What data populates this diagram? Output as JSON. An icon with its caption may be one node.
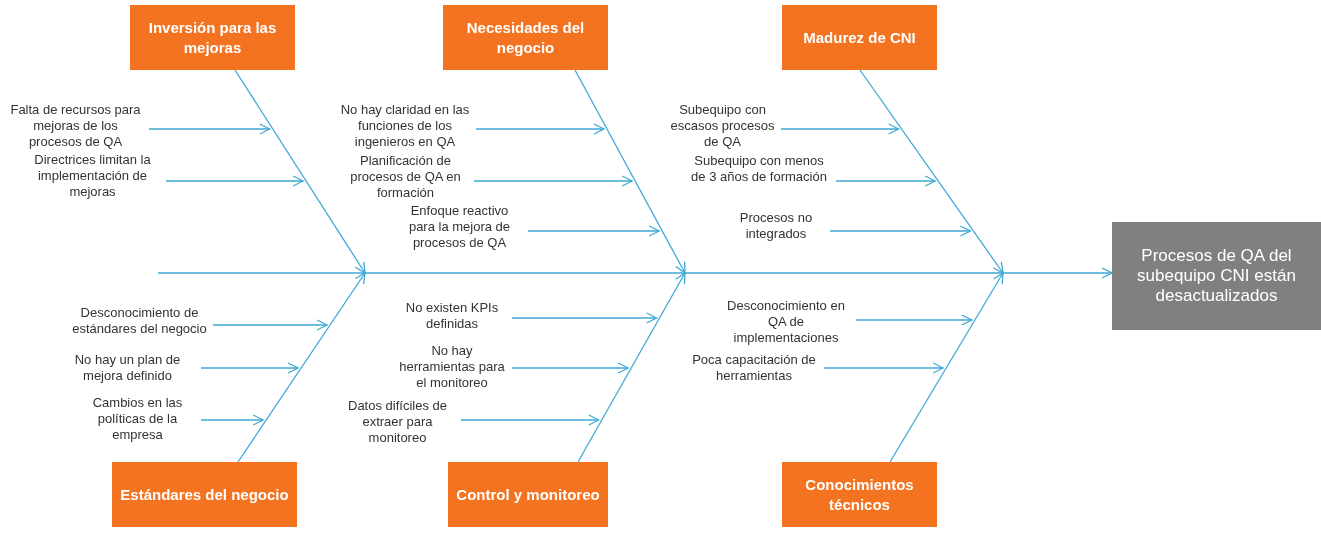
{
  "diagram": {
    "nodes": [
      {
        "text": [
          "Inversión para las mejoras"
        ]
      },
      {
        "text": [
          "Necesidades del negocio"
        ]
      },
      {
        "text": [
          "Madurez de CNI"
        ]
      },
      {
        "text": [
          "Estándares del negocio"
        ]
      },
      {
        "text": [
          "Control y monitoreo"
        ]
      },
      {
        "text": [
          "Conocimientos técnicos"
        ]
      },
      {
        "text": [
          "Procesos de QA del subequipo CNI están desactualizados"
        ]
      },
      {
        "text": [
          "Falta de recursos para mejoras de los procesos de QA"
        ]
      },
      {
        "text": [
          "Directrices limitan la implementación de mejoras"
        ]
      },
      {
        "text": [
          "No hay claridad en las funciones de los ingenieros en QA"
        ]
      },
      {
        "text": [
          "Planificación de procesos de QA en formación"
        ]
      },
      {
        "text": [
          "Enfoque reactivo para la mejora de procesos de QA"
        ]
      },
      {
        "text": [
          "Subequipo con escasos procesos de QA"
        ]
      },
      {
        "text": [
          "Subequipo con menos de 3 años de formación"
        ]
      },
      {
        "text": [
          "Procesos no integrados"
        ]
      },
      {
        "text": [
          "Desconocimiento de estándares del negocio"
        ]
      },
      {
        "text": [
          "No hay un plan de mejora definido"
        ]
      },
      {
        "text": [
          "Cambios en las políticas de la empresa"
        ]
      },
      {
        "text": [
          "No existen KPIs definidas"
        ]
      },
      {
        "text": [
          "No hay herramientas para el monitoreo"
        ]
      },
      {
        "text": [
          "Datos difíciles de extraer para monitoreo"
        ]
      },
      {
        "text": [
          "Desconocimiento en QA de implementaciones"
        ]
      },
      {
        "text": [
          "Poca capacitación de herramientas"
        ]
      }
    ],
    "edges": [
      {
        "from": 0,
        "to": null,
        "arrow": "to"
      },
      {
        "from": 1,
        "to": null,
        "arrow": "to"
      },
      {
        "from": 2,
        "to": null,
        "arrow": "to"
      },
      {
        "from": 3,
        "to": null,
        "arrow": "to"
      },
      {
        "from": 4,
        "to": null,
        "arrow": "to"
      },
      {
        "from": 5,
        "to": null,
        "arrow": "to"
      },
      {
        "from": null,
        "to": 6,
        "arrow": "to"
      },
      {
        "from": 7,
        "to": null,
        "arrow": "to"
      },
      {
        "from": 8,
        "to": null,
        "arrow": "to"
      },
      {
        "from": 9,
        "to": null,
        "arrow": "to"
      },
      {
        "from": 10,
        "to": null,
        "arrow": "to"
      },
      {
        "from": 11,
        "to": null,
        "arrow": "to"
      },
      {
        "from": 12,
        "to": null,
        "arrow": "to"
      },
      {
        "from": 13,
        "to": null,
        "arrow": "to"
      },
      {
        "from": 14,
        "to": null,
        "arrow": "to"
      },
      {
        "from": 15,
        "to": null,
        "arrow": "to"
      },
      {
        "from": 16,
        "to": null,
        "arrow": "to"
      },
      {
        "from": 17,
        "to": null,
        "arrow": "to"
      },
      {
        "from": 18,
        "to": null,
        "arrow": "to"
      },
      {
        "from": 19,
        "to": null,
        "arrow": "to"
      },
      {
        "from": 20,
        "to": null,
        "arrow": "to"
      },
      {
        "from": 21,
        "to": null,
        "arrow": "to"
      },
      {
        "from": 22,
        "to": null,
        "arrow": "to"
      }
    ]
  }
}
